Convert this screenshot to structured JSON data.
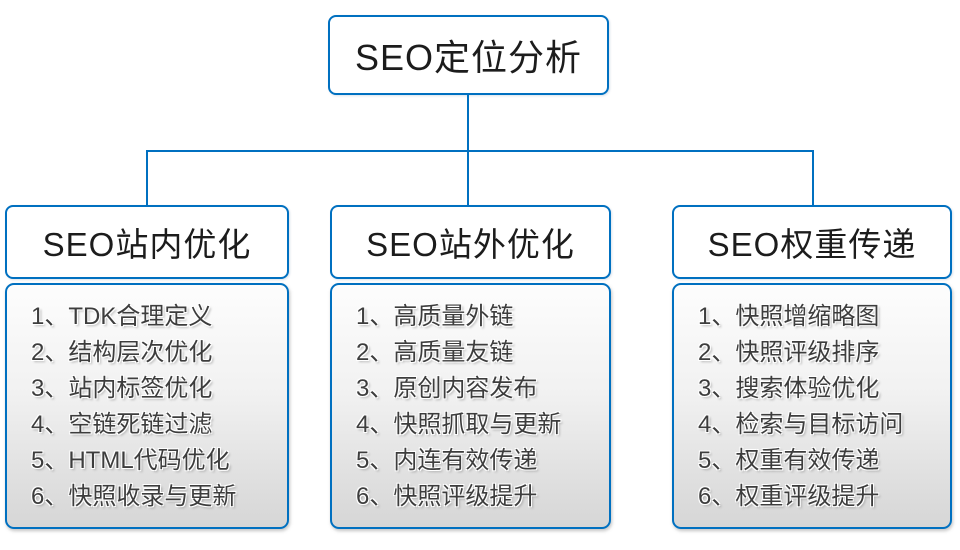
{
  "diagram": {
    "root": {
      "title": "SEO定位分析"
    },
    "branches": [
      {
        "title": "SEO站内优化",
        "items": [
          "1、TDK合理定义",
          "2、结构层次优化",
          "3、站内标签优化",
          "4、空链死链过滤",
          "5、HTML代码优化",
          "6、快照收录与更新"
        ]
      },
      {
        "title": "SEO站外优化",
        "items": [
          "1、高质量外链",
          "2、高质量友链",
          "3、原创内容发布",
          "4、快照抓取与更新",
          "5、内连有效传递",
          "6、快照评级提升"
        ]
      },
      {
        "title": "SEO权重传递",
        "items": [
          "1、快照增缩略图",
          "2、快照评级排序",
          "3、搜索体验优化",
          "4、检索与目标访问",
          "5、权重有效传递",
          "6、权重评级提升"
        ]
      }
    ],
    "colors": {
      "line": "#0070C0",
      "box_border": "#0070C0",
      "list_bg_top": "#fdfdfd",
      "list_bg_bottom": "#d6d6d6",
      "item_text": "#3d3d3d",
      "title_text": "#1c1c1c"
    }
  }
}
